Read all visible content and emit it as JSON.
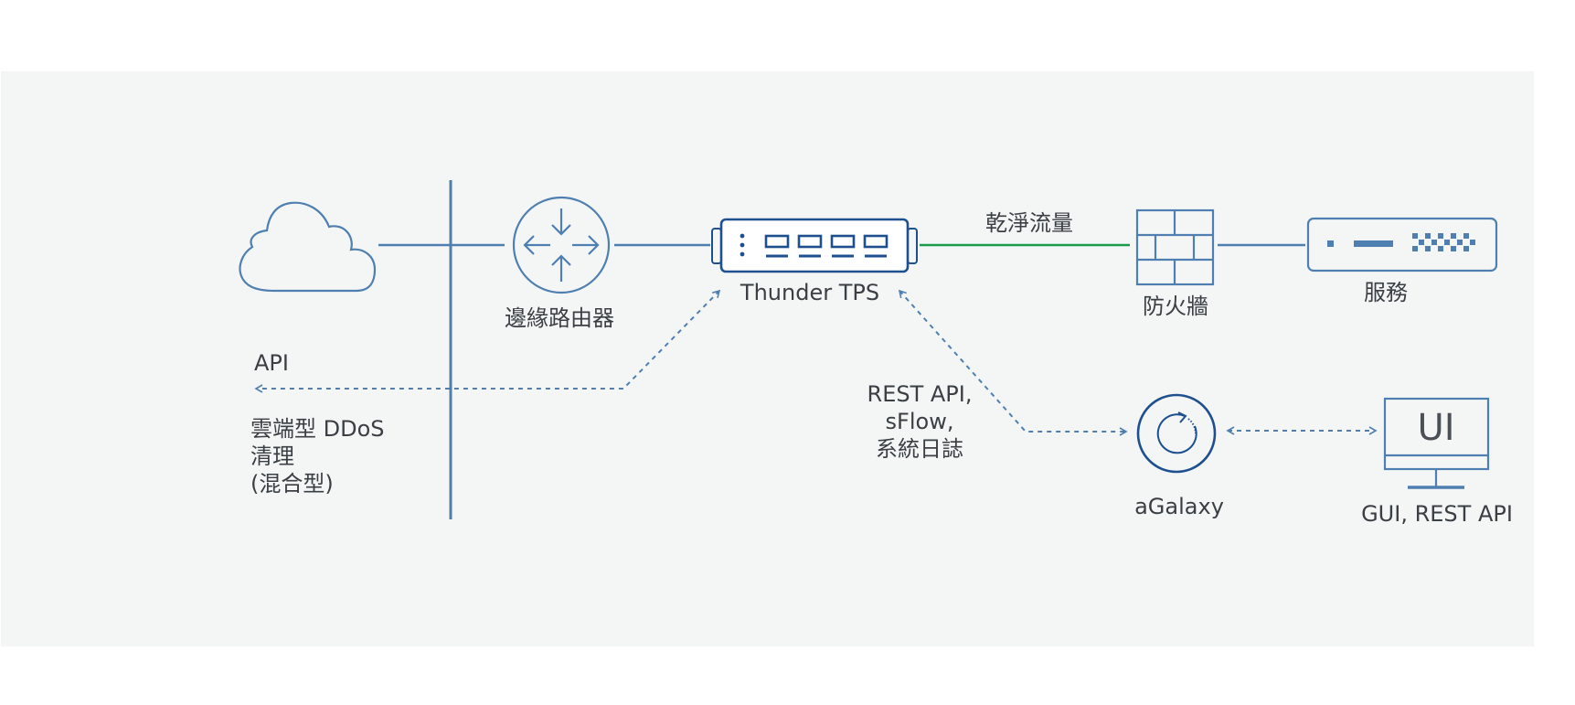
{
  "labels": {
    "edge_router": "邊緣路由器",
    "thunder_tps": "Thunder TPS",
    "clean_traffic": "乾淨流量",
    "firewall": "防火牆",
    "services": "服務",
    "api": "API",
    "cloud_ddos": "雲端型 DDoS\n清理\n(混合型)",
    "rest_sflow_syslog": "REST API,\nsFlow,\n系統日誌",
    "agalaxy": "aGalaxy",
    "ui_glyph": "UI",
    "gui_rest_api": "GUI, REST API"
  },
  "colors": {
    "panel_bg": "#f4f6f6",
    "line_blue": "#4f7fb0",
    "device_blue": "#1e4f8f",
    "green": "#1a9a4a",
    "text": "#3a3f44"
  },
  "icons": [
    "cloud-icon",
    "router-icon",
    "tps-appliance-icon",
    "firewall-icon",
    "server-icon",
    "agalaxy-icon",
    "monitor-icon"
  ]
}
